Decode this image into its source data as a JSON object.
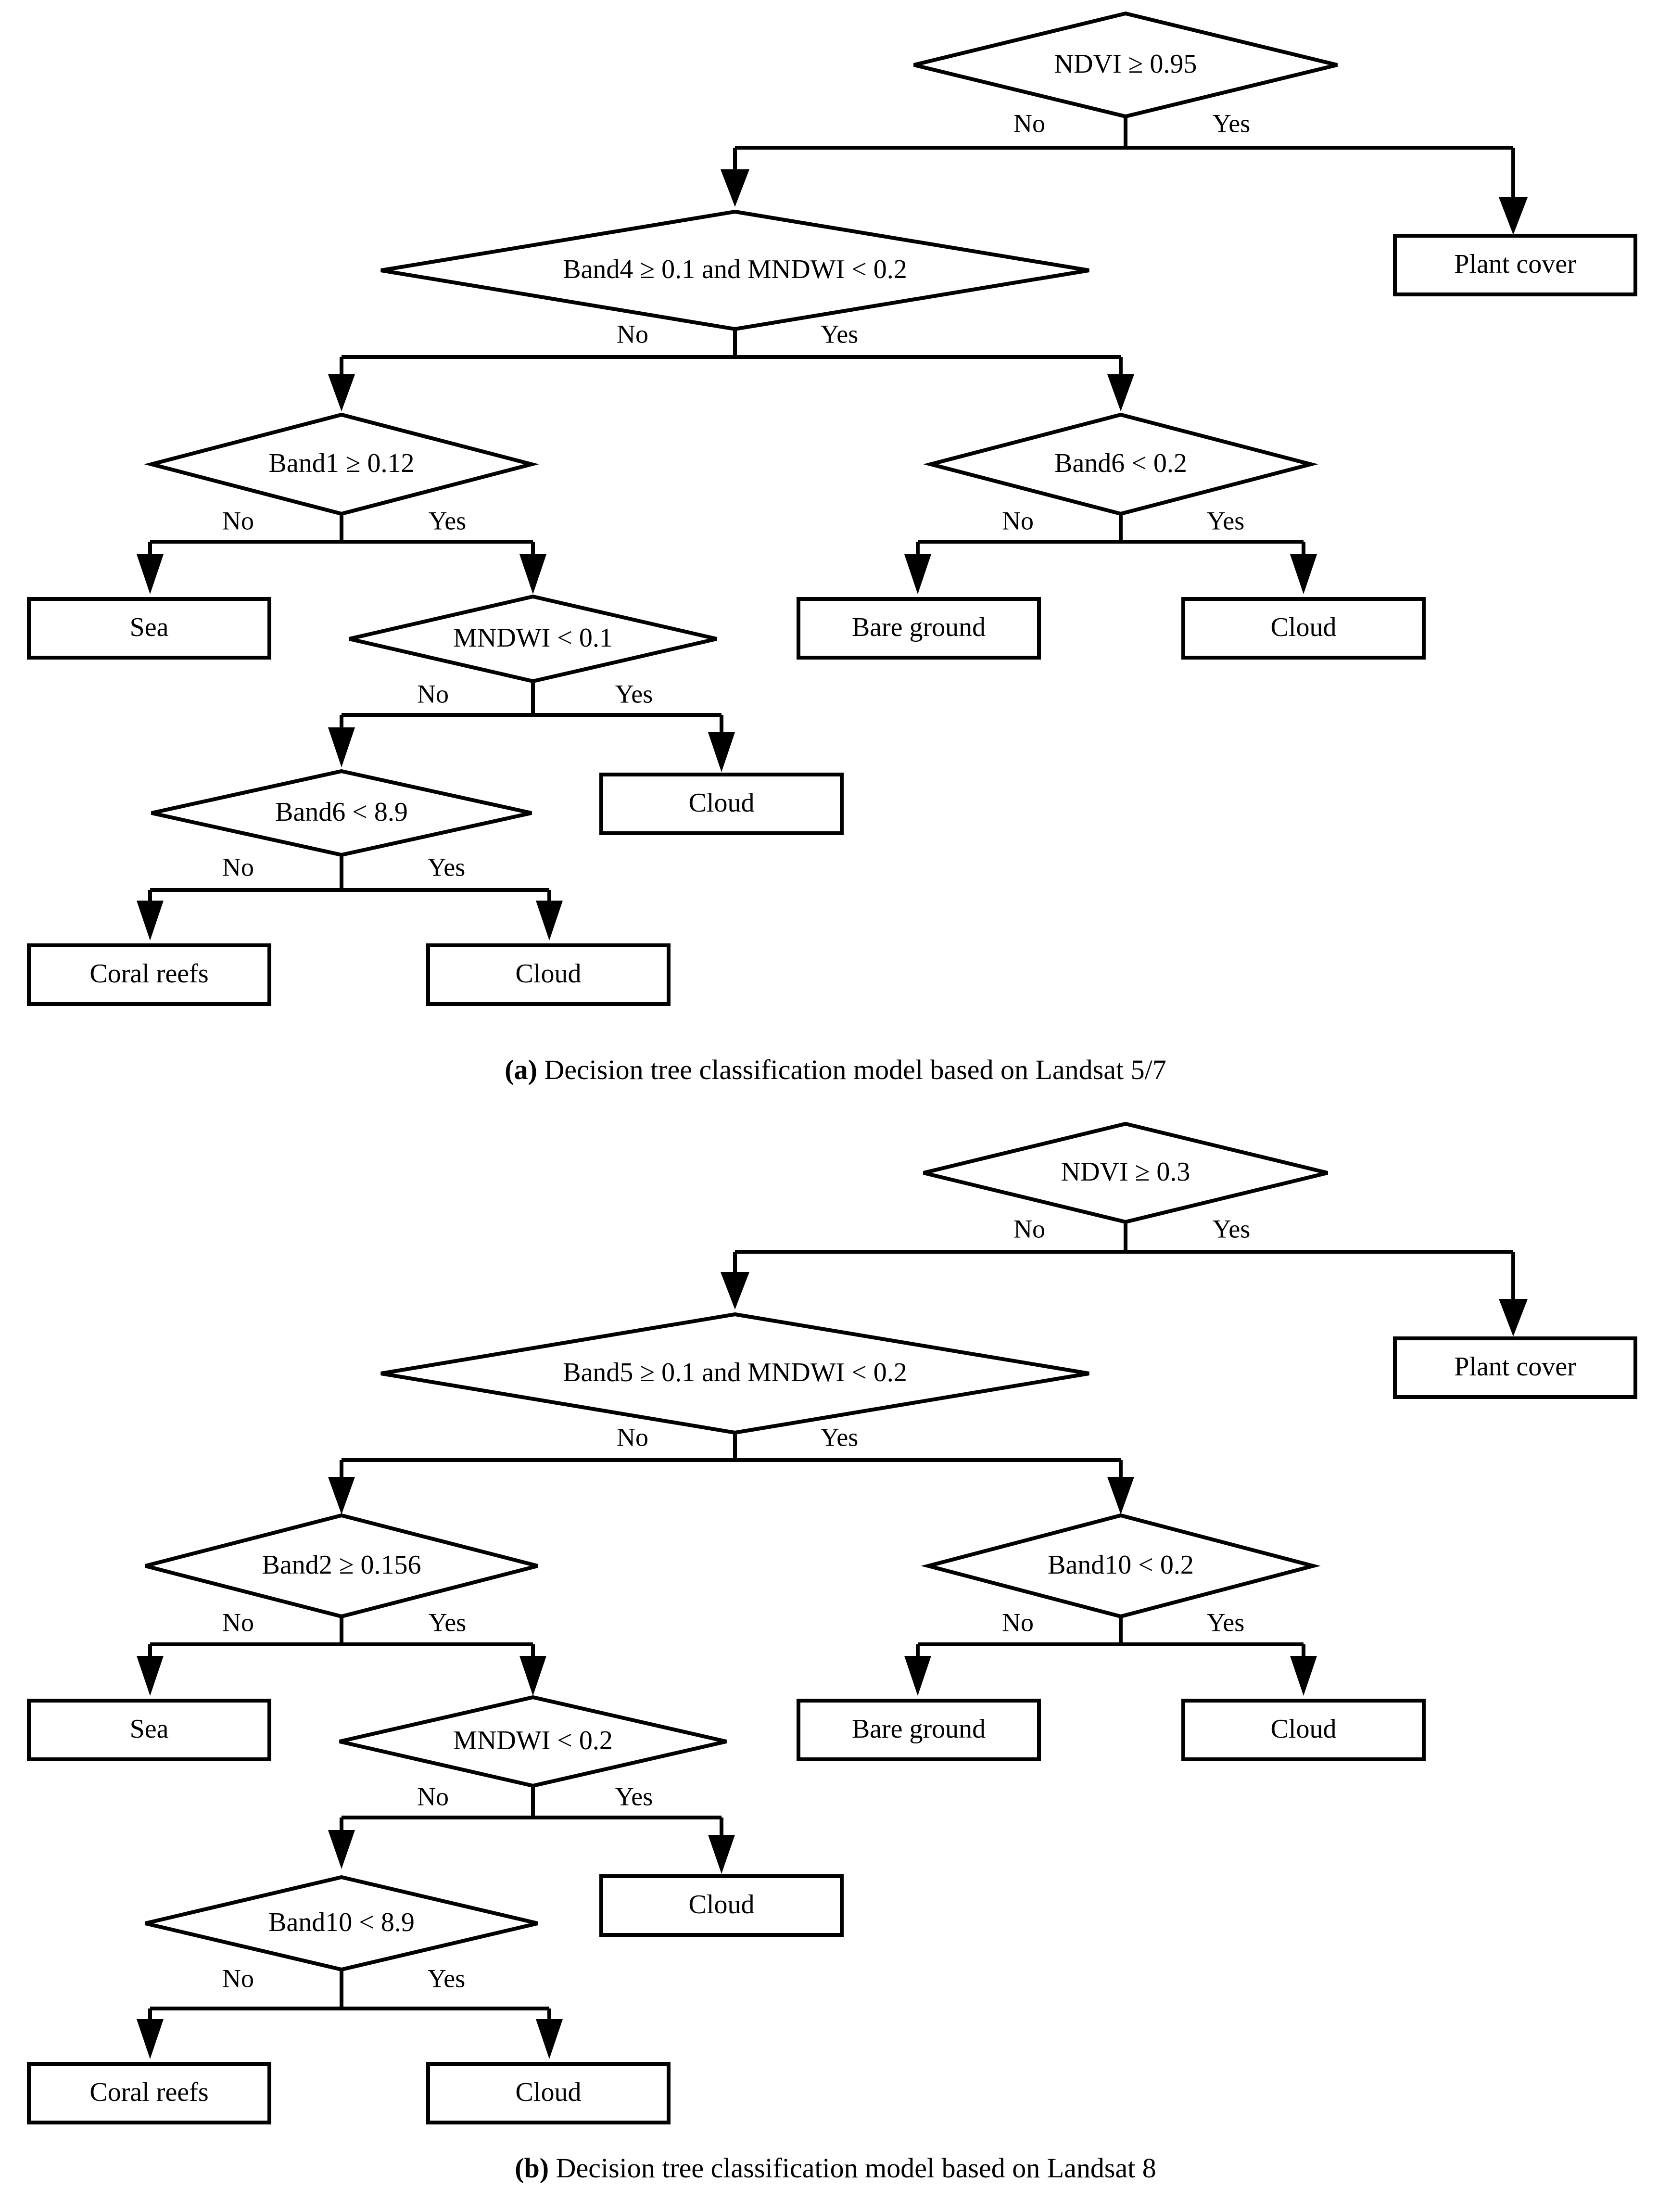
{
  "figure": {
    "type": "decision-tree-diagram",
    "panels": [
      {
        "id": "a",
        "caption_tag": "(a)",
        "caption_text": " Decision tree classification model based on Landsat 5/7",
        "nodes": {
          "root": "NDVI ≥ 0.95",
          "level2": "Band4 ≥ 0.1 and MNDWI < 0.2",
          "level3_left": "Band1 ≥ 0.12",
          "level3_right": "Band6 < 0.2",
          "level4": "MNDWI < 0.1",
          "level5": "Band6 < 8.9"
        },
        "leaves": {
          "plant_cover": "Plant cover",
          "sea": "Sea",
          "bare_ground": "Bare ground",
          "cloud_right": "Cloud",
          "cloud_mid": "Cloud",
          "coral_reefs": "Coral reefs",
          "cloud_bottom": "Cloud"
        }
      },
      {
        "id": "b",
        "caption_tag": "(b)",
        "caption_text": " Decision tree classification model based on Landsat 8",
        "nodes": {
          "root": "NDVI ≥ 0.3",
          "level2": "Band5 ≥ 0.1 and MNDWI < 0.2",
          "level3_left": "Band2 ≥ 0.156",
          "level3_right": "Band10 < 0.2",
          "level4": "MNDWI < 0.2",
          "level5": "Band10 < 8.9"
        },
        "leaves": {
          "plant_cover": "Plant cover",
          "sea": "Sea",
          "bare_ground": "Bare ground",
          "cloud_right": "Cloud",
          "cloud_mid": "Cloud",
          "coral_reefs": "Coral reefs",
          "cloud_bottom": "Cloud"
        }
      }
    ],
    "branch_labels": {
      "no": "No",
      "yes": "Yes"
    },
    "colors": {
      "stroke": "#000000",
      "fill": "#ffffff",
      "text": "#000000"
    }
  }
}
